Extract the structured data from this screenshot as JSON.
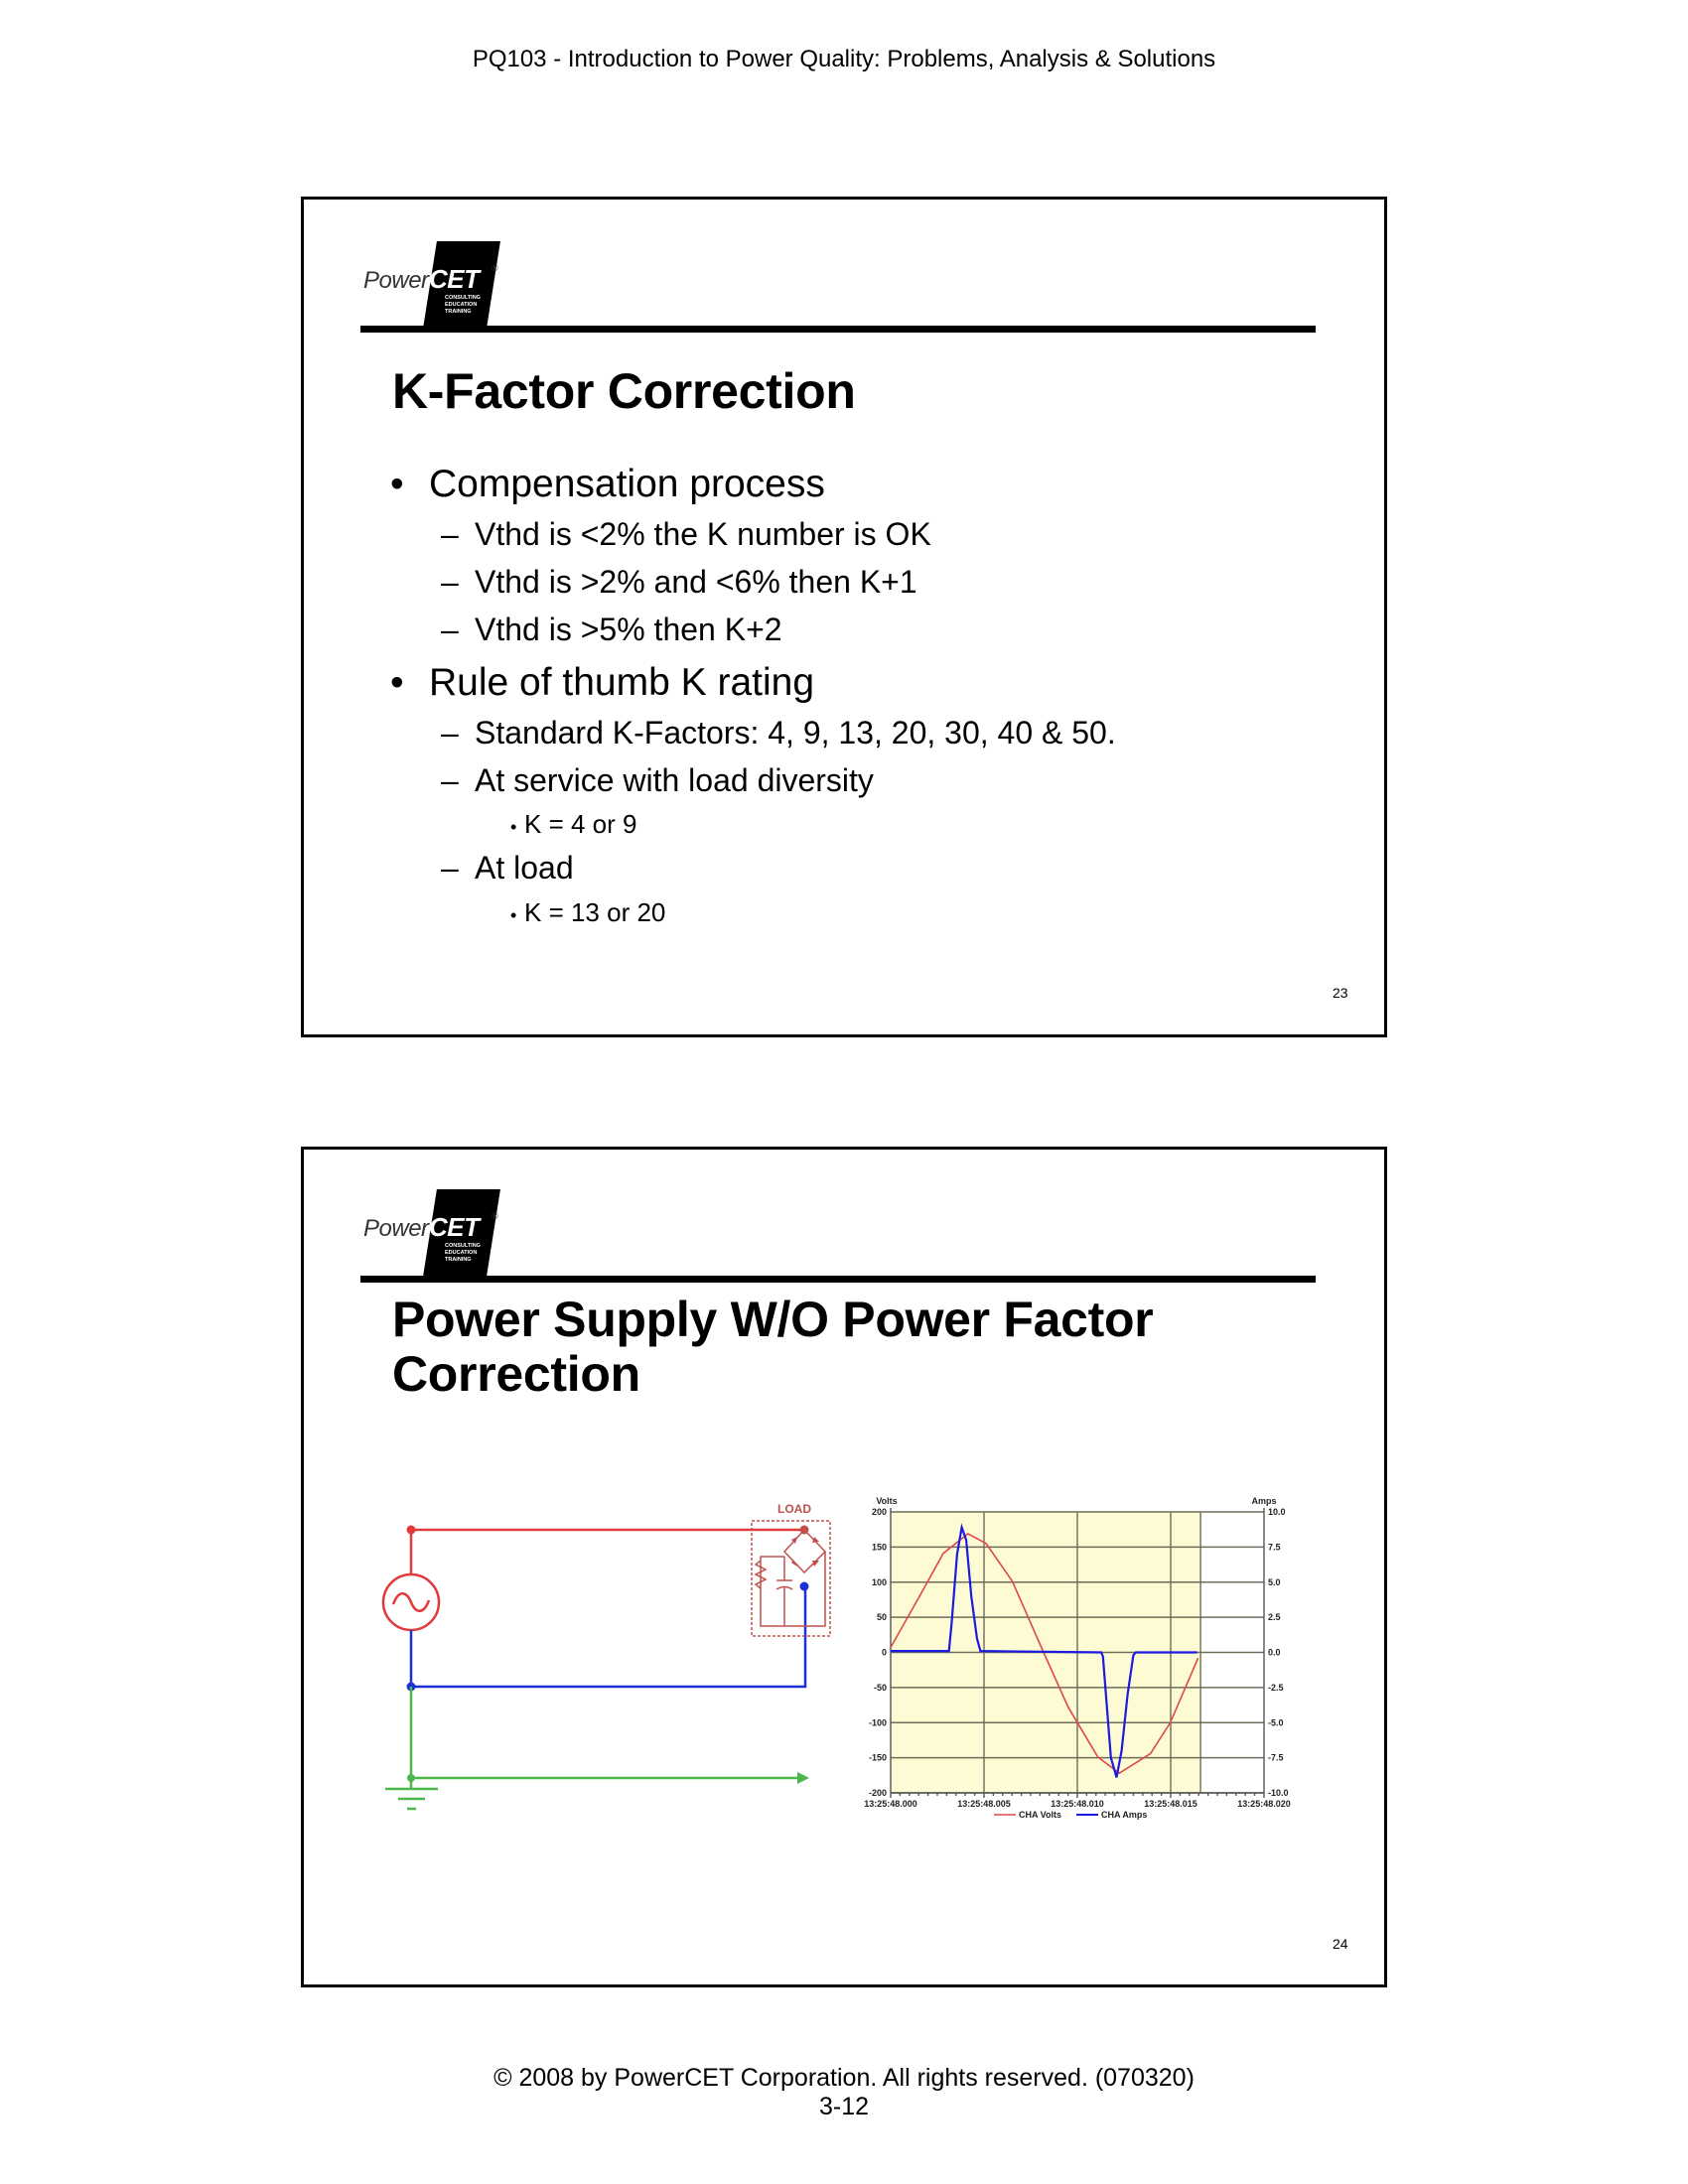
{
  "page_header": "PQ103 - Introduction to Power Quality: Problems, Analysis & Solutions",
  "logo": {
    "word": "Power",
    "mark": "CET",
    "registered": "®",
    "tagline": [
      "CONSULTING",
      "EDUCATION",
      "TRAINING"
    ]
  },
  "slides": [
    {
      "title": "K-Factor Correction",
      "number": "23",
      "bullets": [
        {
          "level": 1,
          "marker": "•",
          "text": "Compensation process"
        },
        {
          "level": 2,
          "marker": "–",
          "text": "Vthd is <2% the K number is OK"
        },
        {
          "level": 2,
          "marker": "–",
          "text": "Vthd is >2% and <6% then K+1"
        },
        {
          "level": 2,
          "marker": "–",
          "text": "Vthd is >5% then K+2"
        },
        {
          "level": 1,
          "marker": "•",
          "text": "Rule of thumb K rating"
        },
        {
          "level": 2,
          "marker": "–",
          "text": "Standard K-Factors: 4, 9, 13, 20, 30, 40 & 50."
        },
        {
          "level": 2,
          "marker": "–",
          "text": "At service with load diversity"
        },
        {
          "level": 3,
          "marker": "•",
          "text": "K = 4 or 9"
        },
        {
          "level": 2,
          "marker": "–",
          "text": "At load"
        },
        {
          "level": 3,
          "marker": "•",
          "text": "K = 13 or 20"
        }
      ]
    },
    {
      "title_line1": "Power Supply W/O Power Factor",
      "title_line2": "Correction",
      "number": "24",
      "circuit": {
        "load_label": "LOAD",
        "colors": {
          "line": "#e03a3a",
          "neutral": "#1f2fd6",
          "ground": "#4cb84c",
          "load": "#c0504d"
        }
      }
    }
  ],
  "chart_data": {
    "type": "line",
    "title": "",
    "xlabel": "",
    "ylabel": "Volts",
    "ylabel_right": "Amps",
    "x_unit": "ms after 13:25:48.000",
    "xlim": [
      0,
      20
    ],
    "ylim": [
      -200,
      200
    ],
    "ylim_right": [
      -10,
      10
    ],
    "x_ticks": [
      "13:25:48.000",
      "13:25:48.005",
      "13:25:48.010",
      "13:25:48.015",
      "13:25:48.020"
    ],
    "y_ticks_left": [
      "200",
      "150",
      "100",
      "50",
      "0",
      "-50",
      "-100",
      "-150",
      "-200"
    ],
    "y_ticks_right": [
      "10.0",
      "7.5",
      "5.0",
      "2.5",
      "0.0",
      "-2.5",
      "-5.0",
      "-7.5",
      "-10.0"
    ],
    "grid": true,
    "shaded_region_end_ms": 16.6,
    "shaded_color": "#fdfbd3",
    "legend_position": "bottom",
    "series": [
      {
        "name": "CHA Volts",
        "axis": "left",
        "color": "#e04848",
        "x": [
          0,
          1.59,
          2.82,
          4.14,
          5.11,
          6.52,
          8.19,
          9.51,
          11.1,
          12.25,
          13.92,
          14.98,
          16.47
        ],
        "y": [
          7,
          82,
          141,
          169,
          155,
          101,
          0,
          -78,
          -149,
          -172,
          -144,
          -100,
          -8
        ]
      },
      {
        "name": "CHA Amps",
        "axis": "right",
        "color": "#1a1ae0",
        "x": [
          0,
          3.12,
          3.26,
          3.56,
          3.81,
          4.05,
          4.32,
          4.62,
          4.81,
          11.28,
          11.37,
          11.59,
          11.8,
          12.1,
          12.37,
          12.69,
          13.0,
          13.13,
          16.42
        ],
        "y": [
          0.1,
          0.1,
          2.0,
          7.0,
          8.9,
          8.0,
          4.0,
          1.0,
          0.1,
          0.0,
          -0.3,
          -4.0,
          -7.5,
          -8.9,
          -7.0,
          -3.0,
          -0.2,
          0.0,
          0.0
        ]
      }
    ]
  },
  "footer": {
    "copyright": "© 2008 by PowerCET Corporation.  All rights reserved.  (070320)",
    "page": "3-12"
  }
}
